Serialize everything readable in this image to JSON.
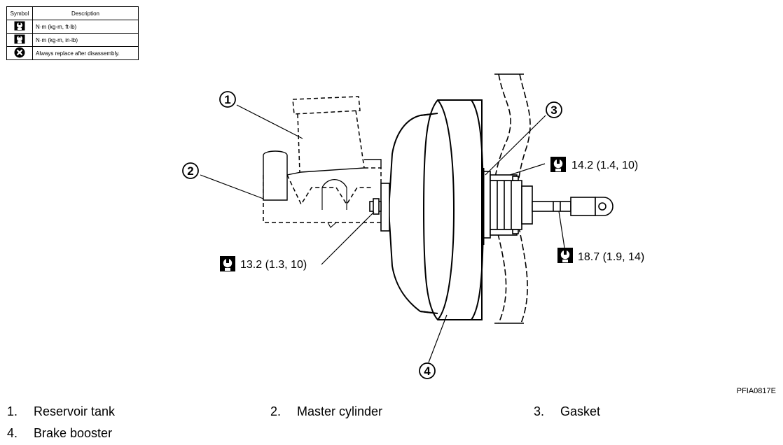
{
  "legend": {
    "header_symbol": "Symbol",
    "header_description": "Description",
    "rows": [
      {
        "icon": "torque-wrench-icon",
        "text": "N·m (kg-m, ft-lb)"
      },
      {
        "icon": "torque-wrench-inlb-icon",
        "text": "N·m (kg-m, in-lb)"
      },
      {
        "icon": "always-replace-icon",
        "text": "Always replace after disassembly."
      }
    ]
  },
  "callouts": {
    "c1": "1",
    "c2": "2",
    "c3": "3",
    "c4": "4"
  },
  "torques": {
    "t1": "14.2 (1.4, 10)",
    "t2": "13.2 (1.3, 10)",
    "t3": "18.7 (1.9, 14)"
  },
  "figure_id": "PFIA0817E",
  "parts": [
    {
      "num": "1.",
      "name": "Reservoir tank"
    },
    {
      "num": "2.",
      "name": "Master cylinder"
    },
    {
      "num": "3.",
      "name": "Gasket"
    },
    {
      "num": "4.",
      "name": "Brake booster"
    }
  ]
}
